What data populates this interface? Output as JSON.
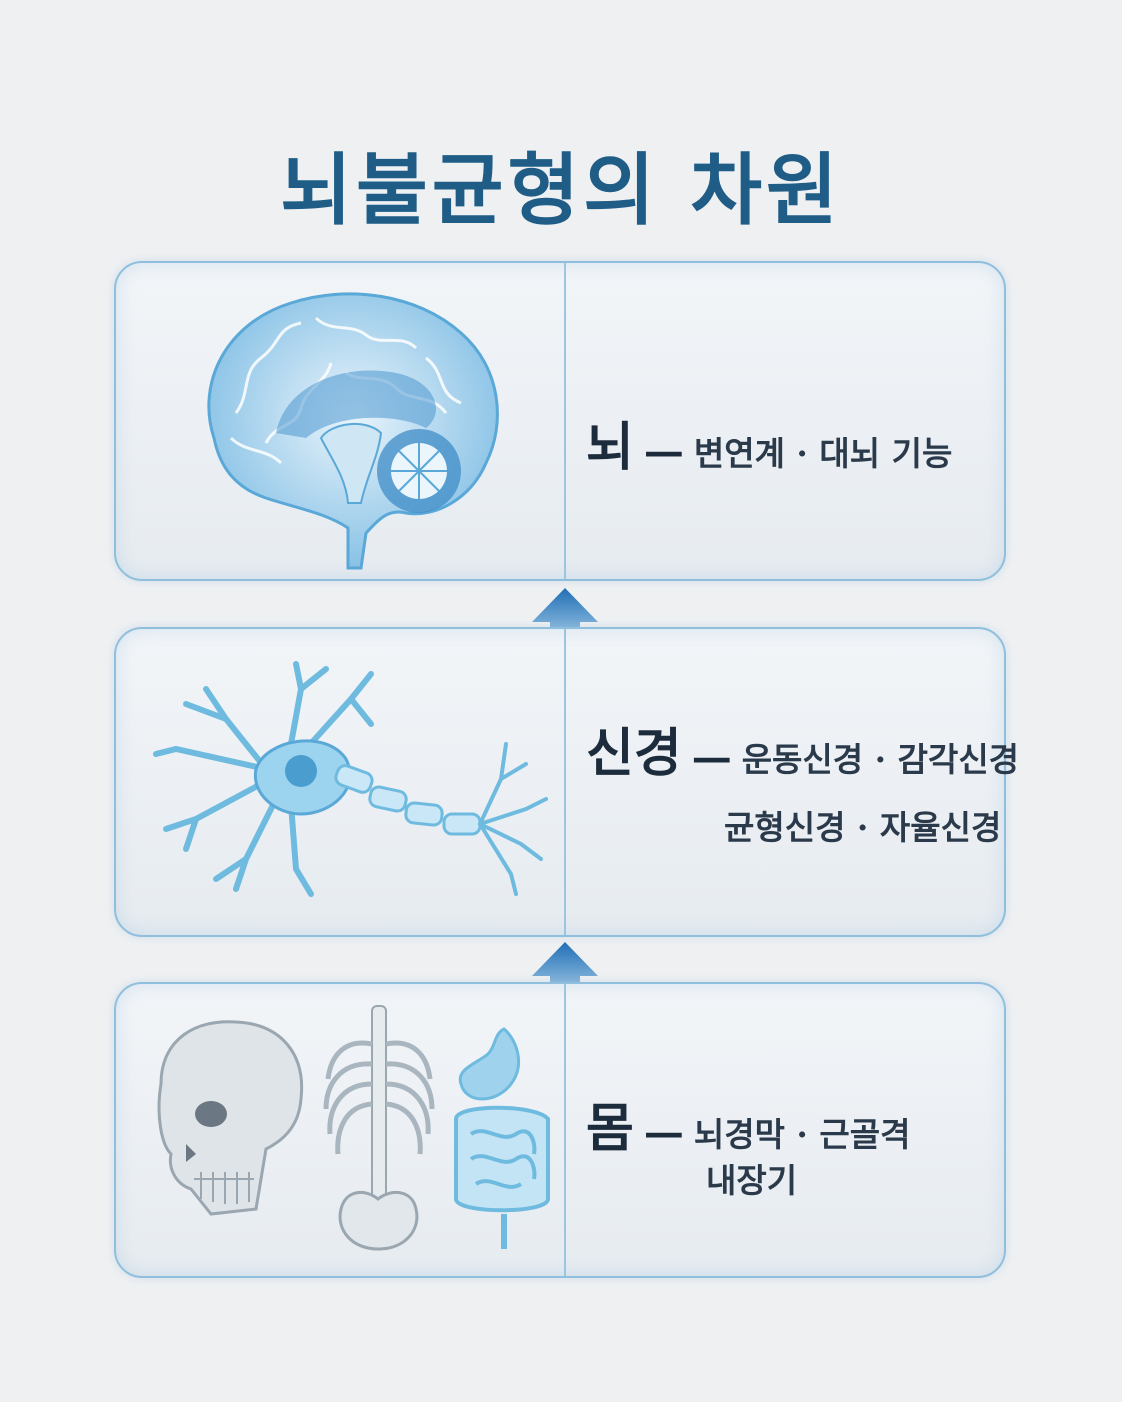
{
  "title": "뇌불균형의 차원",
  "dash": "—",
  "levels": [
    {
      "name": "뇌",
      "details": [
        "변연계 · 대뇌 기능"
      ],
      "icons": [
        "brain-icon"
      ]
    },
    {
      "name": "신경",
      "details": [
        "운동신경 · 감각신경",
        "균형신경 · 자율신경"
      ],
      "icons": [
        "neuron-icon"
      ]
    },
    {
      "name": "몸",
      "details": [
        "뇌경막 · 근골격",
        "내장기"
      ],
      "icons": [
        "skull-icon",
        "skeleton-icon",
        "digestive-organs-icon"
      ]
    }
  ],
  "colors": {
    "title": "#1f5d87",
    "panel_border": "#8fbfdc",
    "illustration": "#5aa8d8",
    "arrow": "#1f6fb6"
  }
}
